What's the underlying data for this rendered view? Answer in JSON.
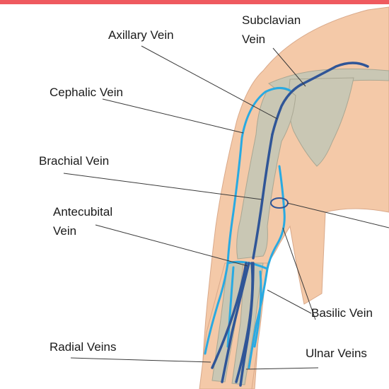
{
  "colors": {
    "accent_bar": "#ef5a5f",
    "skin": "#f4c9a8",
    "skin_outline": "#d9a98a",
    "bone": "#c9c7b4",
    "bone_outline": "#a9a793",
    "superficial_vein": "#29aae2",
    "deep_vein": "#2f5597",
    "leader_line": "#3a3a3a",
    "label_text": "#1a1a1a"
  },
  "labels": {
    "subclavian_line1": "Subclavian",
    "subclavian_line2": "Vein",
    "axillary": "Axillary Vein",
    "cephalic": "Cephalic Vein",
    "brachial": "Brachial Vein",
    "antecubital_line1": "Antecubital",
    "antecubital_line2": "Vein",
    "basilic": "Basilic Vein",
    "radial": "Radial Veins",
    "ulnar": "Ulnar Veins"
  }
}
